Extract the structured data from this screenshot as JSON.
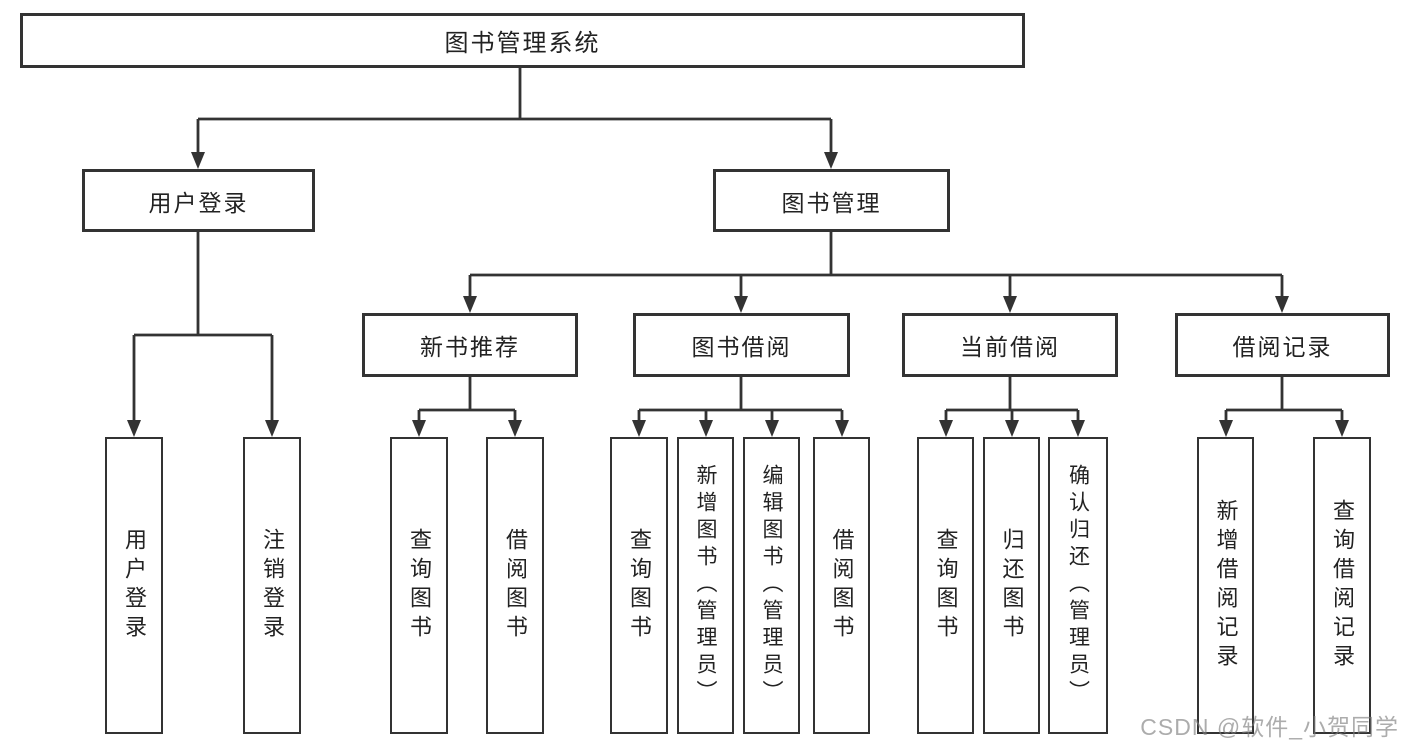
{
  "tree": {
    "root": {
      "label": "图书管理系统"
    },
    "branches": [
      {
        "label": "用户登录",
        "children": [
          "用户登录",
          "注销登录"
        ]
      },
      {
        "label": "图书管理",
        "children": [
          {
            "label": "新书推荐",
            "children": [
              "查询图书",
              "借阅图书"
            ]
          },
          {
            "label": "图书借阅",
            "children": [
              "查询图书",
              "新增图书（管理员）",
              "编辑图书（管理员）",
              "借阅图书"
            ]
          },
          {
            "label": "当前借阅",
            "children": [
              "查询图书",
              "归还图书",
              "确认归还（管理员）"
            ]
          },
          {
            "label": "借阅记录",
            "children": [
              "新增借阅记录",
              "查询借阅记录"
            ]
          }
        ]
      }
    ]
  },
  "watermark": {
    "text": "CSDN @软件_小贺同学"
  },
  "colors": {
    "line": "#333333",
    "box_border": "#333333",
    "box_background": "#ffffff",
    "text": "#222222",
    "watermark": "#9a9a9a",
    "page_background": "#ffffff"
  }
}
